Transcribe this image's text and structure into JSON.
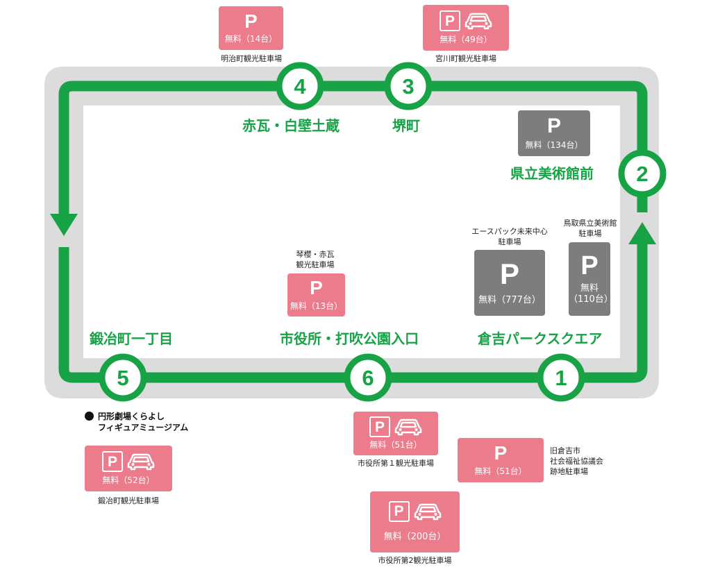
{
  "route": {
    "stops": [
      {
        "number": "1",
        "name": "倉吉パークスクエア"
      },
      {
        "number": "2",
        "name": "県立美術館前"
      },
      {
        "number": "3",
        "name": "堺町"
      },
      {
        "number": "4",
        "name": "赤瓦・白壁土蔵"
      },
      {
        "number": "5",
        "name": "鍛冶町一丁目"
      },
      {
        "number": "6",
        "name": "市役所・打吹公園入口"
      }
    ]
  },
  "parking": {
    "p_letter": "P",
    "lots": [
      {
        "id": "meijicho",
        "name": "明治町観光駐車場",
        "caption": "無料（14台）",
        "color": "#ec7b8c"
      },
      {
        "id": "miyagawacho",
        "name": "宮川町観光駐車場",
        "caption": "無料（49台）",
        "color": "#ec7b8c"
      },
      {
        "id": "stop2",
        "caption": "無料（134台）",
        "color": "#7d7d7d"
      },
      {
        "id": "acepack",
        "name_lines": [
          "エースパック未来中心",
          "駐車場"
        ],
        "caption": "無料（777台）",
        "color": "#7d7d7d"
      },
      {
        "id": "museum",
        "name_lines": [
          "鳥取県立美術館",
          "駐車場"
        ],
        "caption_lines": [
          "無料",
          "（110台）"
        ],
        "color": "#7d7d7d"
      },
      {
        "id": "kotozakura",
        "name_lines": [
          "琴櫻・赤瓦",
          "観光駐車場"
        ],
        "caption": "無料（13台）",
        "color": "#ec7b8c"
      },
      {
        "id": "shiyakusho1",
        "name": "市役所第１観光駐車場",
        "caption": "無料（51台）",
        "color": "#ec7b8c"
      },
      {
        "id": "kyukurayoshi",
        "name_lines": [
          "旧倉吉市",
          "社会福祉協議会",
          "跡地駐車場"
        ],
        "caption": "無料（51台）",
        "color": "#ec7b8c"
      },
      {
        "id": "kajicho",
        "name": "鍛冶町観光駐車場",
        "caption": "無料（52台）",
        "color": "#ec7b8c"
      },
      {
        "id": "shiyakusho2",
        "name": "市役所第2観光駐車場",
        "caption": "無料（200台）",
        "color": "#ec7b8c"
      }
    ]
  },
  "landmark": {
    "lines": [
      "円形劇場くらよし",
      "フィギュアミュージアム"
    ]
  },
  "colors": {
    "route": "#17a246",
    "road": "#dcdcdc",
    "pink": "#ec7b8c",
    "gray": "#7d7d7d"
  },
  "icons": {
    "car": "car-icon",
    "arrow": "arrow-icon"
  }
}
